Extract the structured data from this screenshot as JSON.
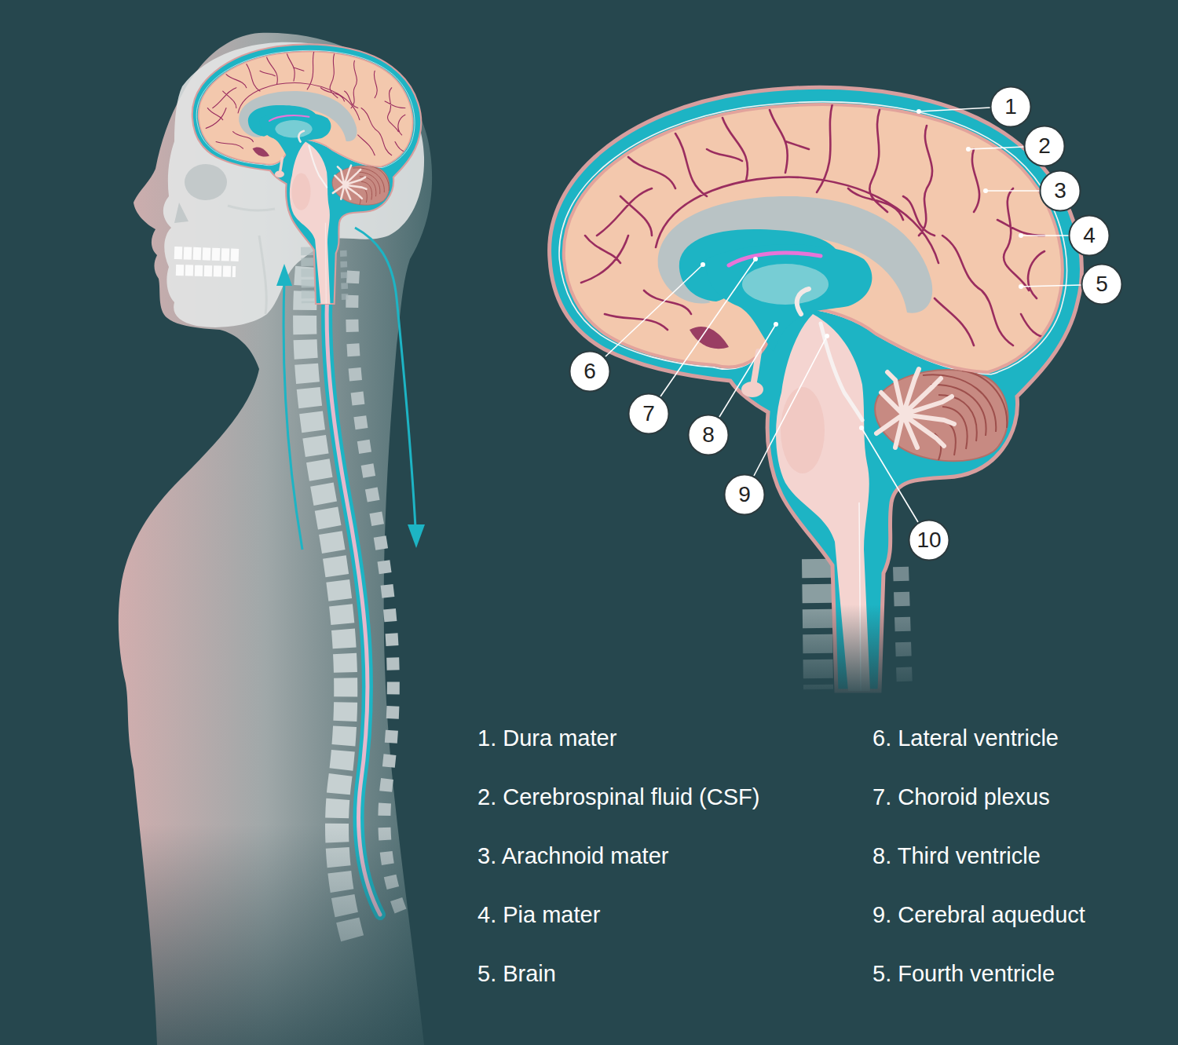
{
  "diagram": {
    "nodes": [
      {
        "text": [
          "1"
        ]
      },
      {
        "text": [
          "2"
        ]
      },
      {
        "text": [
          "3"
        ]
      },
      {
        "text": [
          "4"
        ]
      },
      {
        "text": [
          "5"
        ]
      },
      {
        "text": [
          "6"
        ]
      },
      {
        "text": [
          "7"
        ]
      },
      {
        "text": [
          "8"
        ]
      },
      {
        "text": [
          "9"
        ]
      },
      {
        "text": [
          "10"
        ]
      }
    ],
    "labels": [
      "1. Dura mater",
      "2. Cerebrospinal fluid (CSF)",
      "3. Arachnoid mater",
      "4. Pia mater",
      "5. Brain",
      "6. Lateral ventricle",
      "7. Choroid plexus",
      "8. Third ventricle",
      "9. Cerebral aqueduct",
      "5. Fourth ventricle"
    ]
  }
}
